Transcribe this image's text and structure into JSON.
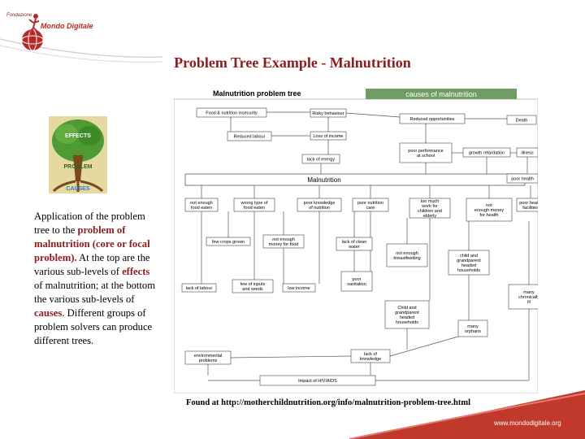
{
  "logo": {
    "small_text": "Fondazione",
    "name": "Mondo Digitale"
  },
  "title": "Problem Tree Example - Malnutrition",
  "tree_icon": {
    "effects": "EFFECTS",
    "problem": "PROBLEM",
    "causes": "CAUSES"
  },
  "description": {
    "p1": "Application of the problem tree to the ",
    "b1": "problem of malnutrition (core or focal problem).",
    "p2": " At the top are the various sub-levels of ",
    "b2": "effects",
    "p3": " of malnutrition; at the bottom the various sub-levels of ",
    "b3": "causes",
    "p4": ". Different groups of problem solvers can produce different trees."
  },
  "diagram": {
    "title": "Malnutrition problem tree",
    "header": "causes of malnutrition",
    "core": "Malnutrition",
    "boxes": [
      {
        "id": "b1",
        "lines": [
          "Food & nutrition insecurity"
        ]
      },
      {
        "id": "b2",
        "lines": [
          "Risky behaviour"
        ]
      },
      {
        "id": "b3",
        "lines": [
          "Reduced opportunities"
        ]
      },
      {
        "id": "b4",
        "lines": [
          "Death"
        ]
      },
      {
        "id": "b5",
        "lines": [
          "Loss of income"
        ]
      },
      {
        "id": "b6",
        "lines": [
          "Reduced labour"
        ]
      },
      {
        "id": "b7",
        "lines": [
          "poor performance",
          "at school"
        ]
      },
      {
        "id": "b8",
        "lines": [
          "growth retardation"
        ]
      },
      {
        "id": "b9",
        "lines": [
          "illness"
        ]
      },
      {
        "id": "b10",
        "lines": [
          "lack of energy"
        ]
      },
      {
        "id": "b11",
        "lines": [
          "poor health"
        ]
      },
      {
        "id": "c1",
        "lines": [
          "not enough",
          "food eaten"
        ]
      },
      {
        "id": "c2",
        "lines": [
          "wrong type of",
          "food eaten"
        ]
      },
      {
        "id": "c3",
        "lines": [
          "poor knowledge",
          "of nutrition"
        ]
      },
      {
        "id": "c4",
        "lines": [
          "poor nutrition",
          "care"
        ]
      },
      {
        "id": "c5",
        "lines": [
          "too much",
          "work for",
          "children and",
          "elderly"
        ]
      },
      {
        "id": "c6",
        "lines": [
          "not",
          "enough money",
          "for health"
        ]
      },
      {
        "id": "c7",
        "lines": [
          "poor health",
          "facilities"
        ]
      },
      {
        "id": "c8",
        "lines": [
          "few crops grown"
        ]
      },
      {
        "id": "c9",
        "lines": [
          "not enough",
          "money for food"
        ]
      },
      {
        "id": "c10",
        "lines": [
          "lack of clean",
          "water"
        ]
      },
      {
        "id": "c11",
        "lines": [
          "not enough",
          "breastfeeding"
        ]
      },
      {
        "id": "c12",
        "lines": [
          "child and",
          "grandparent",
          "headed",
          "households"
        ]
      },
      {
        "id": "c13",
        "lines": [
          "lack of labour"
        ]
      },
      {
        "id": "c14",
        "lines": [
          "few of inputs",
          "and seeds"
        ]
      },
      {
        "id": "c15",
        "lines": [
          "low income"
        ]
      },
      {
        "id": "c16",
        "lines": [
          "poor",
          "sanitation"
        ]
      },
      {
        "id": "c17",
        "lines": [
          "many",
          "chronically",
          "ill"
        ]
      },
      {
        "id": "c18",
        "lines": [
          "Child and",
          "grandparent",
          "headed",
          "households"
        ]
      },
      {
        "id": "c19",
        "lines": [
          "many",
          "orphans"
        ]
      },
      {
        "id": "c20",
        "lines": [
          "environmental",
          "problems"
        ]
      },
      {
        "id": "c21",
        "lines": [
          "lack of",
          "knowledge"
        ]
      },
      {
        "id": "c22",
        "lines": [
          "Impact of HIV/AIDS"
        ]
      }
    ]
  },
  "source": "Found at http://motherchildnutrition.org/info/malnutrition-problem-tree.html",
  "footer": "www.mondodigitale.org",
  "colors": {
    "title": "#8b1d1d",
    "header_bar": "#6f9d62",
    "footer_arc": "#c0392b",
    "tree_green": "#4f9a33"
  }
}
